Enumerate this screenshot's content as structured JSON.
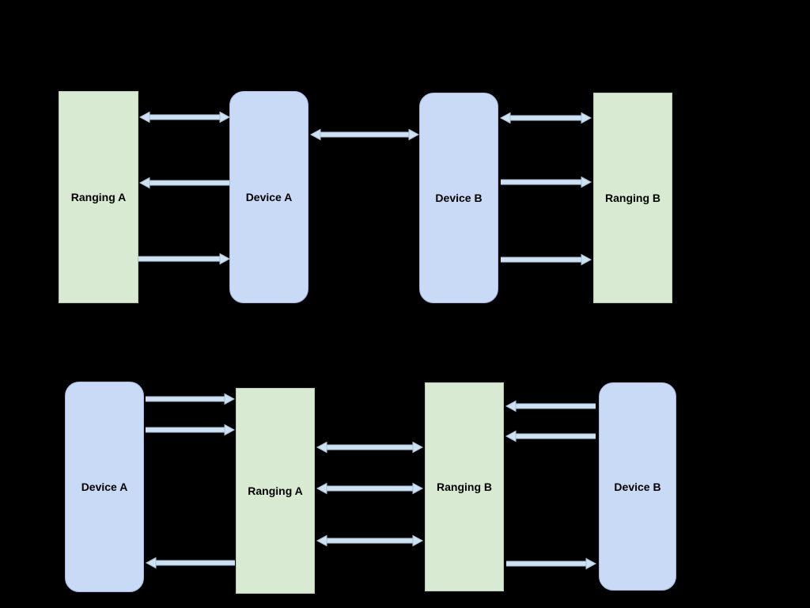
{
  "diagram": {
    "top_row": {
      "nodes": [
        {
          "id": "top-ranging-a",
          "label": "Ranging A",
          "type": "ranging"
        },
        {
          "id": "top-device-a",
          "label": "Device A",
          "type": "device"
        },
        {
          "id": "top-device-b",
          "label": "Device B",
          "type": "device"
        },
        {
          "id": "top-ranging-b",
          "label": "Ranging B",
          "type": "ranging"
        }
      ]
    },
    "bottom_row": {
      "nodes": [
        {
          "id": "bottom-device-a",
          "label": "Device A",
          "type": "device"
        },
        {
          "id": "bottom-ranging-a",
          "label": "Ranging A",
          "type": "ranging"
        },
        {
          "id": "bottom-ranging-b",
          "label": "Ranging B",
          "type": "ranging"
        },
        {
          "id": "bottom-device-b",
          "label": "Device B",
          "type": "device"
        }
      ]
    },
    "colors": {
      "background": "#000000",
      "ranging_fill": "#d9ead3",
      "ranging_edge": "#b7cdaa",
      "device_fill": "#c9daf6",
      "device_edge": "#a6b9dd",
      "arrow_fill": "#cfe2f3",
      "arrow_outline": "#a9c2da",
      "label_text": "#000000"
    }
  }
}
